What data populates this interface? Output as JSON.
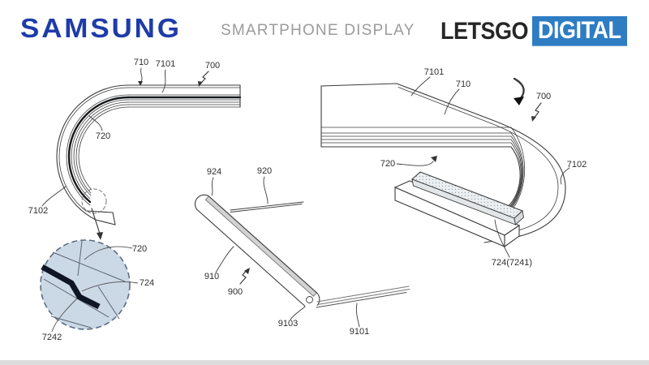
{
  "header": {
    "samsung_logo": "SAMSUNG",
    "title": "SMARTPHONE DISPLAY",
    "letsgo": "LETSGO",
    "digital": "DIGITAL"
  },
  "colors": {
    "samsung_blue": "#1e3ca8",
    "title_gray": "#9b9b9b",
    "letsgo_dark": "#262626",
    "digital_blue": "#2e7dc3",
    "drawing_line": "#3d3d3d",
    "detail_circle_fill": "#cbd8e6",
    "highlight_band": "#0e1626"
  },
  "figures": {
    "rolled_display": {
      "description": "side view of display rolled into a J-shaped hook",
      "labels": {
        "ref_710": "710",
        "ref_7101": "7101",
        "ref_700": "700",
        "ref_720": "720",
        "ref_7102": "7102"
      }
    },
    "detail_view": {
      "description": "magnified cross-section detail inside dashed circle",
      "labels": {
        "ref_720": "720",
        "ref_724": "724",
        "ref_7242": "7242"
      }
    },
    "tube_display": {
      "description": "elongated rolled-up device with flexible sheet",
      "labels": {
        "ref_924": "924",
        "ref_920": "920",
        "ref_910": "910",
        "ref_900": "900",
        "ref_9103": "9103",
        "ref_9101": "9101"
      }
    },
    "folded_display": {
      "description": "display folded back around housing with inner tray",
      "labels": {
        "ref_7101": "7101",
        "ref_710": "710",
        "ref_700": "700",
        "ref_720": "720",
        "ref_7102": "7102",
        "ref_724_7241": "724(7241)"
      }
    }
  }
}
